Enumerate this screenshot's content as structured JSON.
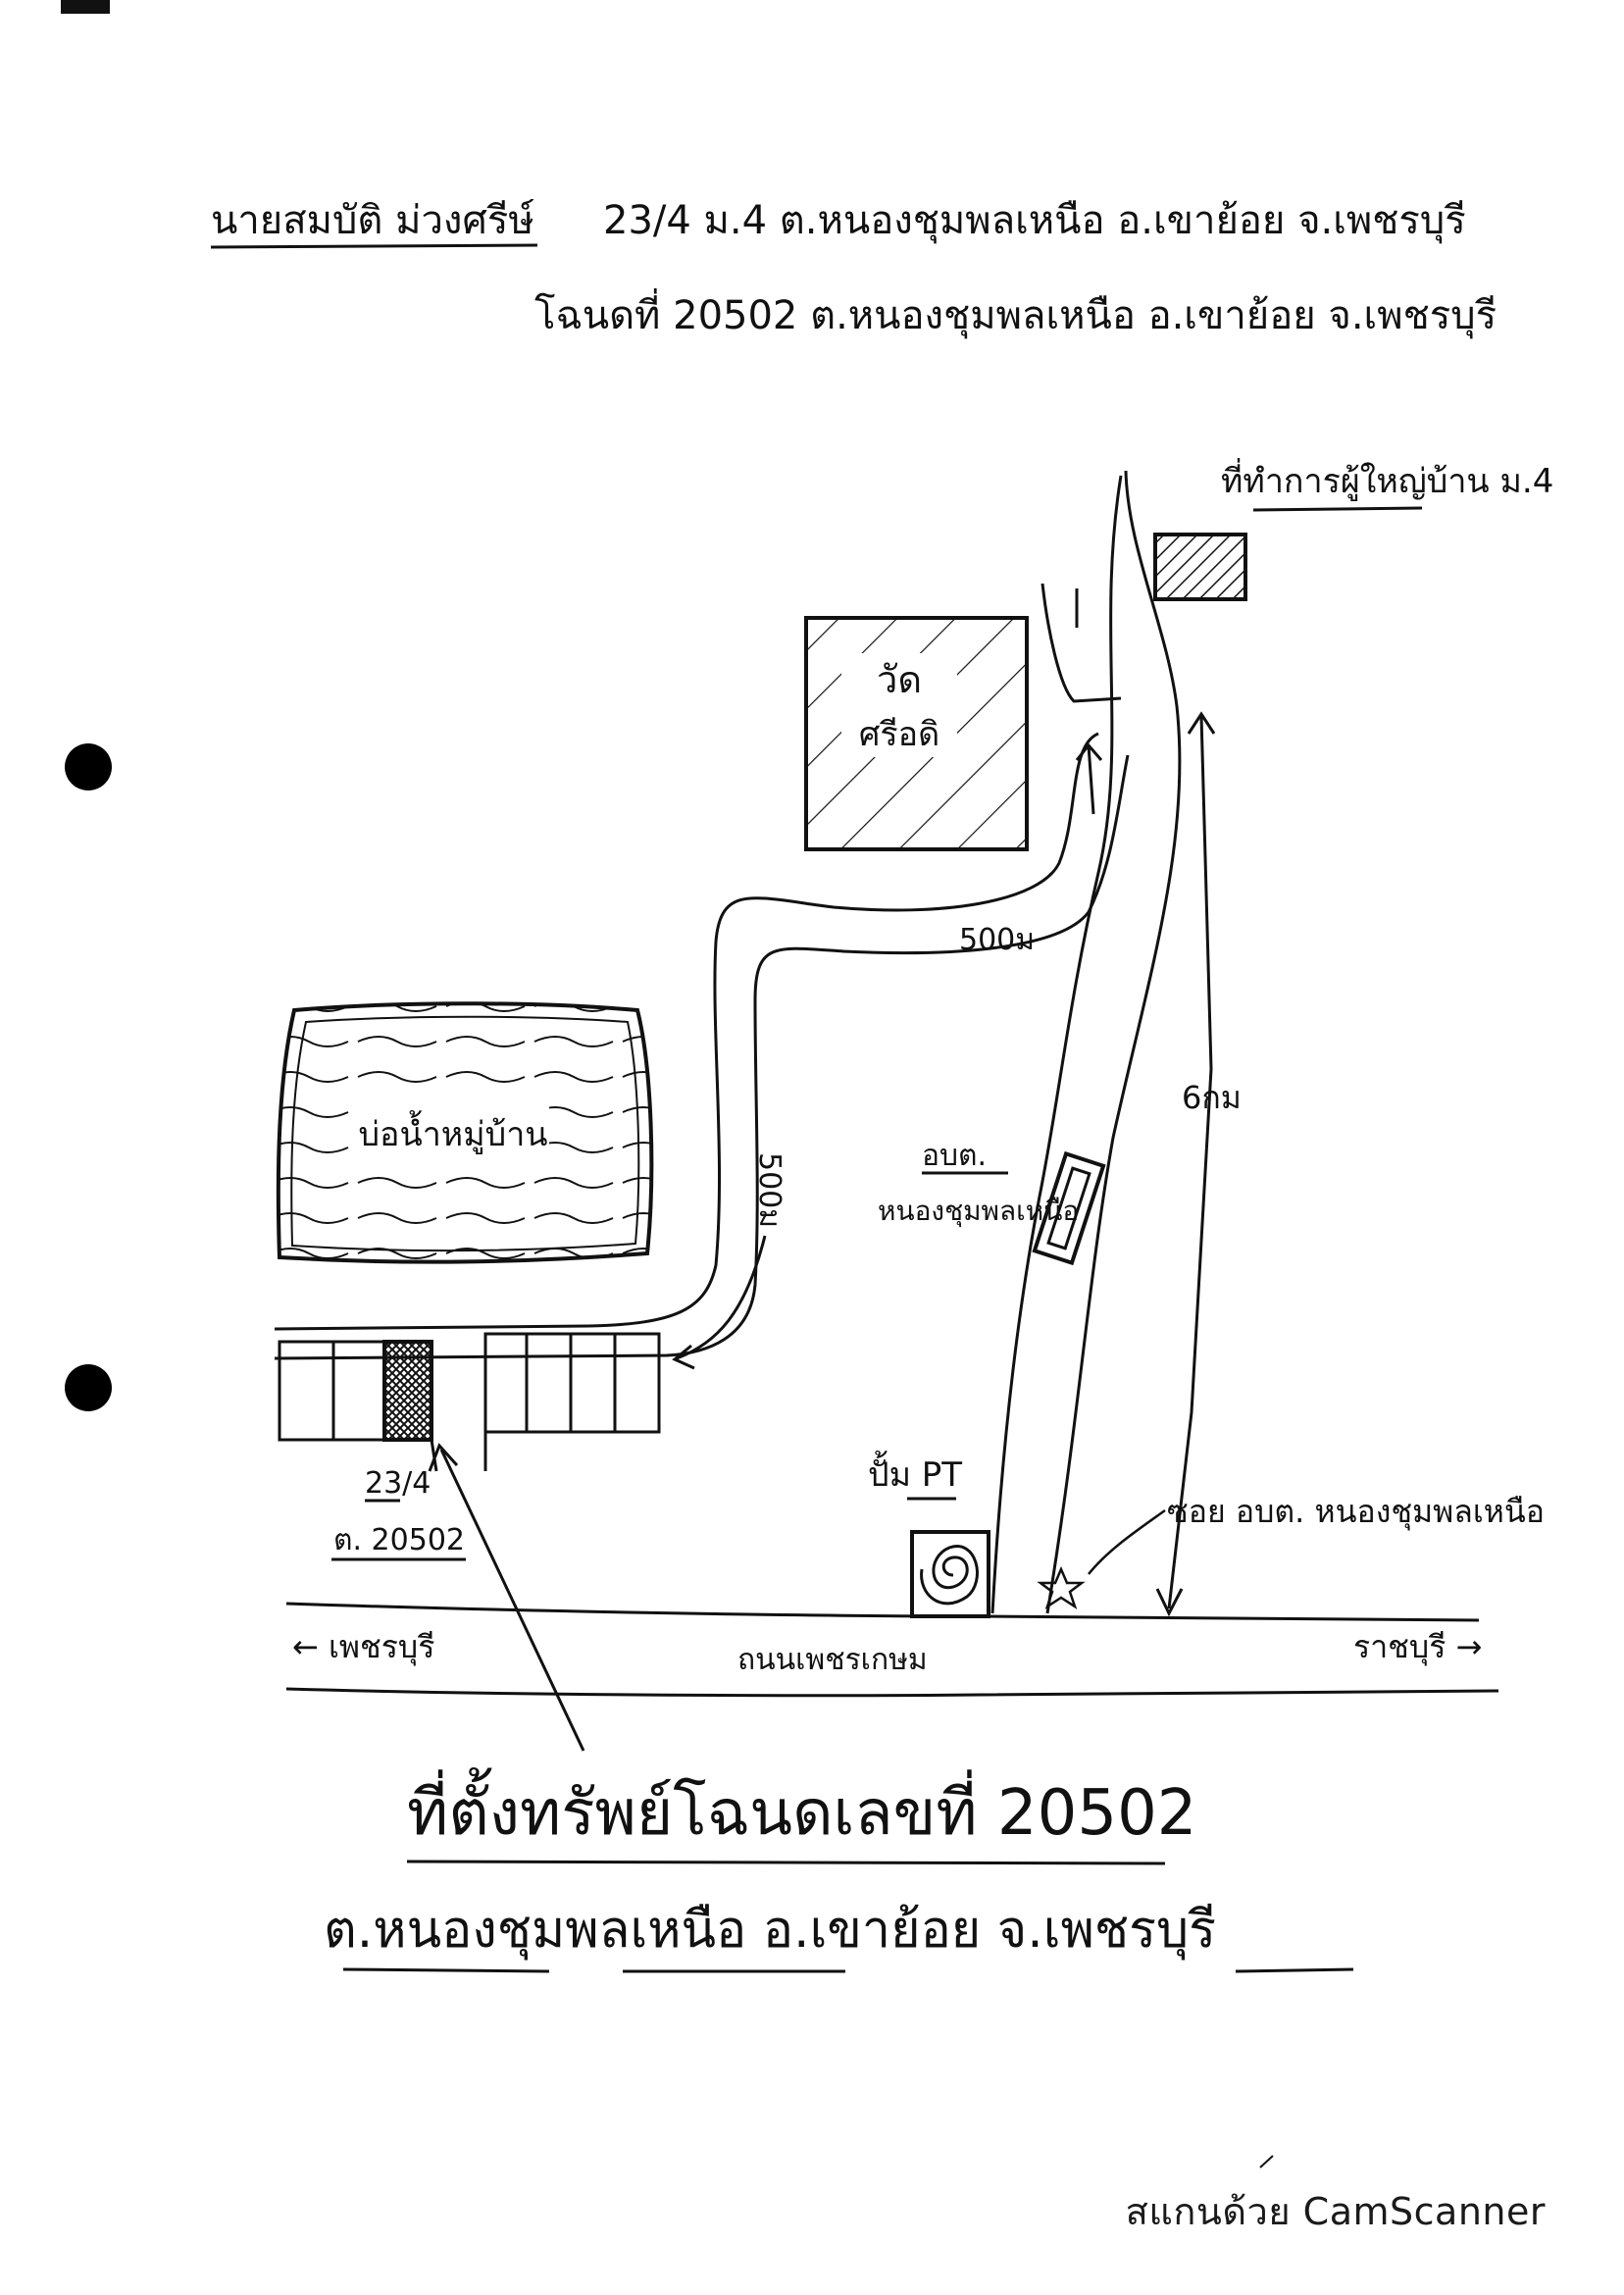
{
  "header": {
    "line1_name": "นายสมบัติ ม่วงศรีษ์",
    "line1_address": "23/4 ม.4 ต.หนองชุมพลเหนือ อ.เขาย้อย จ.เพชรบุรี",
    "line2": "โฉนดที่ 20502 ต.หนองชุมพลเหนือ อ.เขาย้อย จ.เพชรบุรี"
  },
  "labels": {
    "village_office": "ที่ทำการผู้ใหญ่บ้าน ม.4",
    "wat": "วัด",
    "wat_sub": "ศรีอดิ",
    "distance_500m_top": "500ม",
    "distance_500m_side": "500ม",
    "distance_6km": "6กม",
    "pond": "บ่อน้ำหมู่บ้าน",
    "sao_office_1": "อบต.",
    "sao_office_2": "หนองชุมพลเหนือ",
    "house_no": "23/4",
    "deed_no": "ต. 20502",
    "gas_station": "ปั้ม PT",
    "alley": "ซอย อบต. หนองชุมพลเหนือ",
    "to_left": "← เพชรบุรี",
    "main_road": "ถนนเพชรเกษม",
    "to_right": "ราชบุรี →"
  },
  "footer": {
    "line1": "ที่ตั้งทรัพย์โฉนดเลขที่ 20502",
    "line2": "ต.หนองชุมพลเหนือ อ.เขาย้อย จ.เพชรบุรี"
  },
  "watermark": "สแกนด้วย CamScanner",
  "colors": {
    "ink": "#111111",
    "paper": "#ffffff"
  }
}
